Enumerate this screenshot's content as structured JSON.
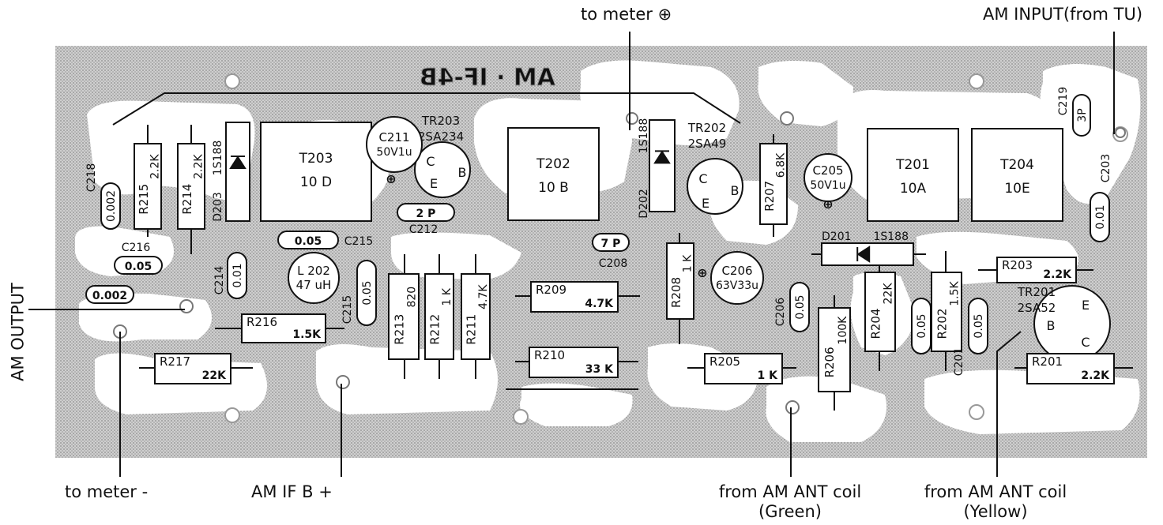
{
  "colors": {
    "board": "#c9c9c9",
    "board_pattern": "#9a9a9a",
    "trace": "#ffffff",
    "ink": "#111111"
  },
  "board_title": "AM · IF-4B",
  "external_labels": {
    "to_meter_plus": "to meter",
    "am_input": "AM INPUT(from TU)",
    "am_output": "AM OUTPUT",
    "to_meter_minus": "to meter -",
    "am_if_b_plus": "AM IF B +",
    "from_ant_green_line1": "from AM ANT coil",
    "from_ant_green_line2": "(Green)",
    "from_ant_yellow_line1": "from AM ANT coil",
    "from_ant_yellow_line2": "(Yellow)"
  },
  "transformers": [
    {
      "ref": "T203",
      "val": "10 D"
    },
    {
      "ref": "T202",
      "val": "10 B"
    },
    {
      "ref": "T201",
      "val": "10A"
    },
    {
      "ref": "T204",
      "val": "10E"
    }
  ],
  "transistors": [
    {
      "ref": "TR203",
      "part": "2SA234",
      "pins": [
        "C",
        "B",
        "E"
      ]
    },
    {
      "ref": "TR202",
      "part": "2SA49",
      "pins": [
        "C",
        "B",
        "E"
      ]
    },
    {
      "ref": "TR201",
      "part": "2SA52",
      "pins": [
        "E",
        "B",
        "C"
      ]
    }
  ],
  "electrolytics": [
    {
      "ref": "C211",
      "val": "50V1u"
    },
    {
      "ref": "C205",
      "val": "50V1u"
    },
    {
      "ref": "C206",
      "val": "63V33u"
    }
  ],
  "inductor": {
    "ref": "L 202",
    "val": "47 uH"
  },
  "vertical_resistors": [
    {
      "ref": "R215",
      "val": "2.2K"
    },
    {
      "ref": "R214",
      "val": "2.2K"
    },
    {
      "ref": "R213",
      "val": "820"
    },
    {
      "ref": "R212",
      "val": "1 K"
    },
    {
      "ref": "R211",
      "val": "4.7K"
    },
    {
      "ref": "R208",
      "val": "1 K"
    },
    {
      "ref": "R207",
      "val": "6.8K"
    },
    {
      "ref": "R206",
      "val": "100K"
    },
    {
      "ref": "R204",
      "val": "22K"
    },
    {
      "ref": "R202",
      "val": "1.5K"
    }
  ],
  "horizontal_resistors": [
    {
      "ref": "R216",
      "val": "1.5K"
    },
    {
      "ref": "R217",
      "val": "22K"
    },
    {
      "ref": "R209",
      "val": "4.7K"
    },
    {
      "ref": "R210",
      "val": "33 K"
    },
    {
      "ref": "R205",
      "val": "1 K"
    },
    {
      "ref": "R203",
      "val": "2.2K"
    },
    {
      "ref": "R201",
      "val": "2.2K"
    }
  ],
  "diodes": [
    {
      "ref": "D203",
      "part": "1S188"
    },
    {
      "ref": "D202",
      "part": "1S188"
    },
    {
      "ref": "D201",
      "part": "1S188"
    }
  ],
  "caps": [
    {
      "ref": "C218",
      "val": "0.002"
    },
    {
      "ref": "C216",
      "val": "0.05"
    },
    {
      "ref": "",
      "val": "0.002"
    },
    {
      "ref": "C214",
      "val": "0.01"
    },
    {
      "ref": "C215",
      "val": "0.05"
    },
    {
      "ref": "C215",
      "val": "0.05"
    },
    {
      "ref": "C212",
      "val": "2 P"
    },
    {
      "ref": "C208",
      "val": "7 P"
    },
    {
      "ref": "C206",
      "val": "0.05"
    },
    {
      "ref": "",
      "val": "0.05"
    },
    {
      "ref": "C201",
      "val": "0.05"
    },
    {
      "ref": "C219",
      "val": "3P"
    },
    {
      "ref": "C203",
      "val": "0.01"
    }
  ]
}
